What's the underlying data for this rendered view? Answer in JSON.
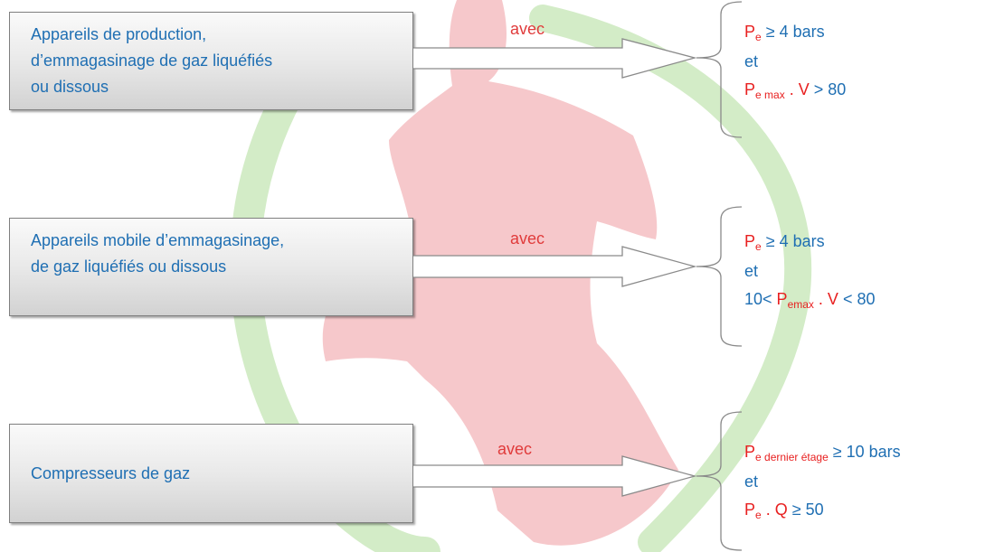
{
  "colors": {
    "text_blue": "#1f6fb3",
    "text_red": "#e82020",
    "watermark_red": "#f6c8cb",
    "watermark_green": "#d3ecc7",
    "box_border": "#7f7f7f"
  },
  "rows": [
    {
      "label": "Appareils de production,\nd’emmagasinage de gaz liquéfiés\nou dissous",
      "connector": "avec",
      "conditions": {
        "line1": {
          "symbol": "P",
          "sub": "e",
          "rest": " ≥ 4 bars"
        },
        "line2": "et",
        "line3": {
          "symbol": "P",
          "sub": "e max",
          "op": " . ",
          "var": "V",
          "rest": " > 80"
        }
      }
    },
    {
      "label": "Appareils mobile d’emmagasinage,\nde gaz liquéfiés ou dissous",
      "connector": "avec",
      "conditions": {
        "line1": {
          "symbol": "P",
          "sub": "e",
          "rest": " ≥ 4 bars"
        },
        "line2": "et",
        "line3": {
          "prefix": "10< ",
          "symbol": "P",
          "sub": "emax",
          "op": " . ",
          "var": "V",
          "rest": " < 80"
        }
      }
    },
    {
      "label": "Compresseurs de gaz",
      "connector": "avec",
      "conditions": {
        "line1": {
          "symbol": "P",
          "sub": "e dernier étage",
          "rest": " ≥ 10 bars"
        },
        "line2": "et",
        "line3": {
          "symbol": "P",
          "sub": "e",
          "op": " . ",
          "var": "Q",
          "rest": "  ≥ 50"
        }
      }
    }
  ]
}
